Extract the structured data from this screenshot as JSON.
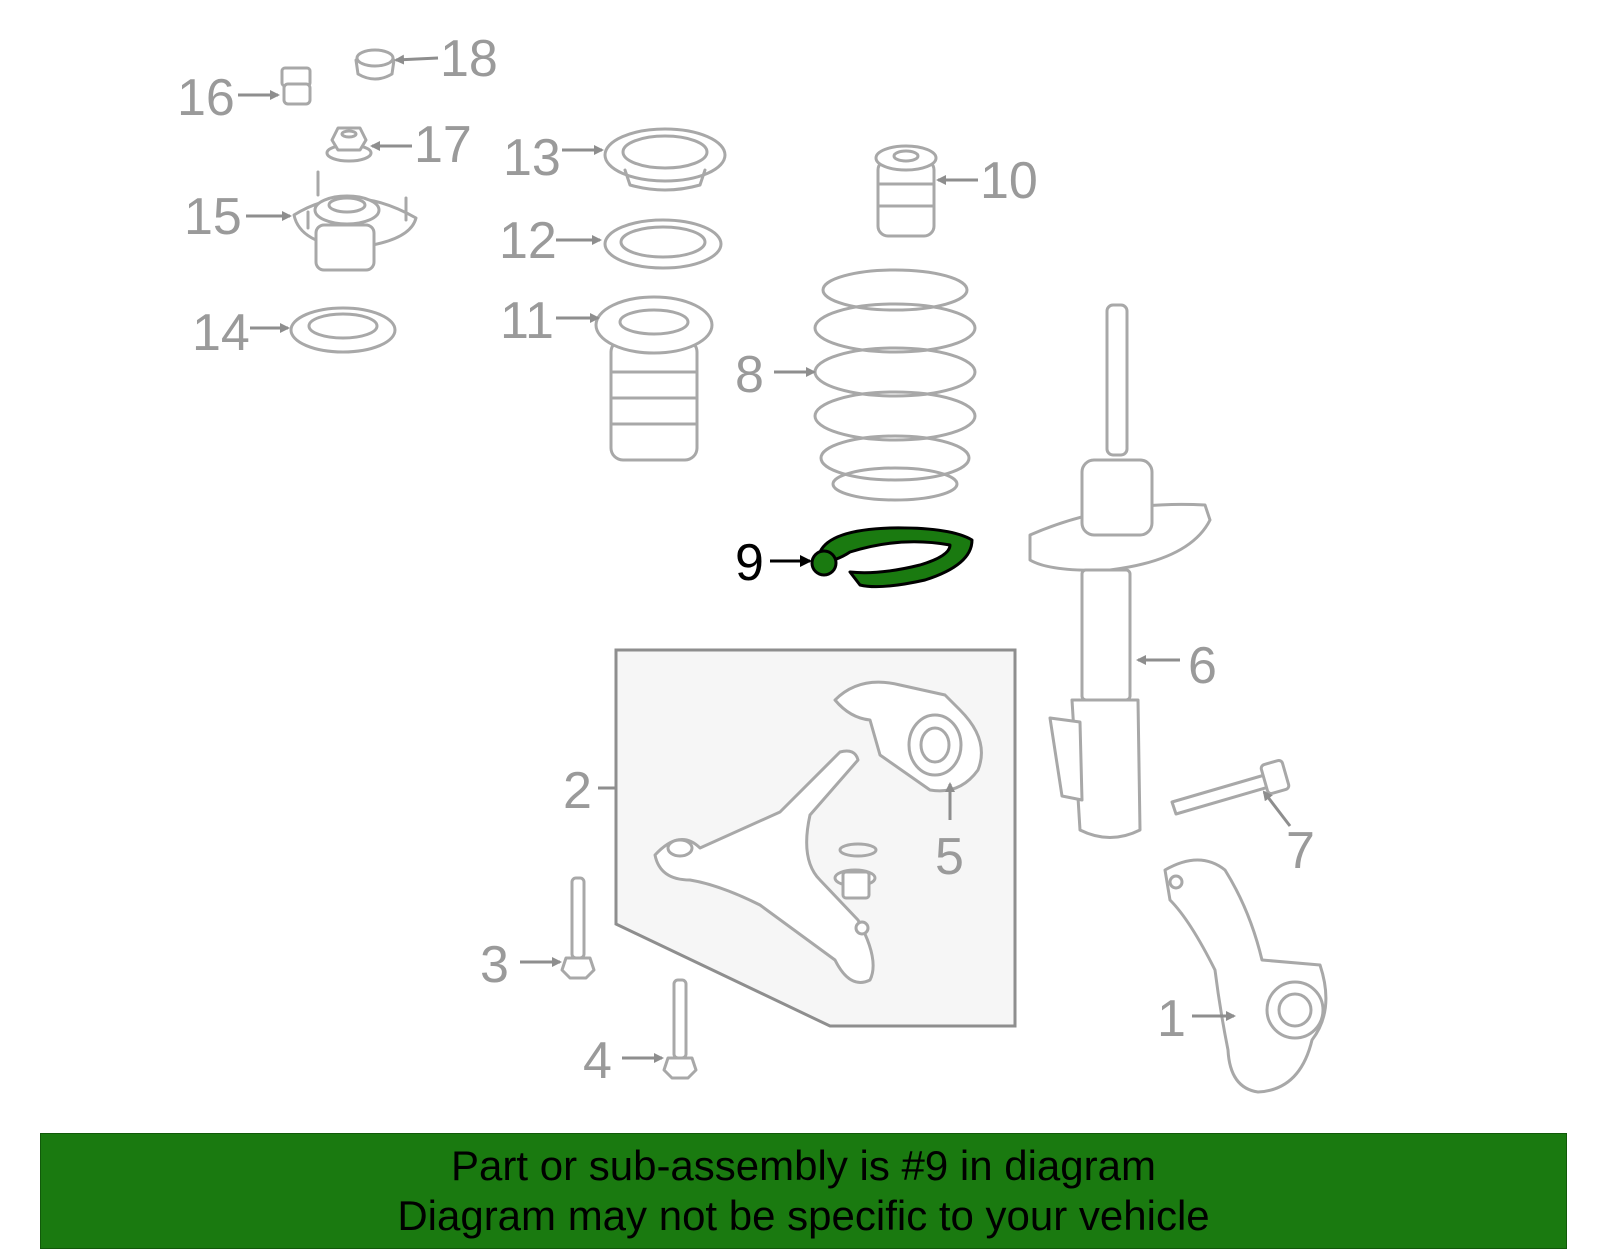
{
  "colors": {
    "highlight": "#1a7a10",
    "banner_background": "#1a7a10",
    "line_art": "#a8a8a8",
    "callout_text": "#9a9a9a",
    "highlight_callout_text": "#000000"
  },
  "highlighted_part": "9",
  "callouts": {
    "c1": "1",
    "c2": "2",
    "c3": "3",
    "c4": "4",
    "c5": "5",
    "c6": "6",
    "c7": "7",
    "c8": "8",
    "c9": "9",
    "c10": "10",
    "c11": "11",
    "c12": "12",
    "c13": "13",
    "c14": "14",
    "c15": "15",
    "c16": "16",
    "c17": "17",
    "c18": "18"
  },
  "banner": {
    "line1": "Part or sub-assembly is #9 in diagram",
    "line2": "Diagram may not be specific to your vehicle"
  }
}
